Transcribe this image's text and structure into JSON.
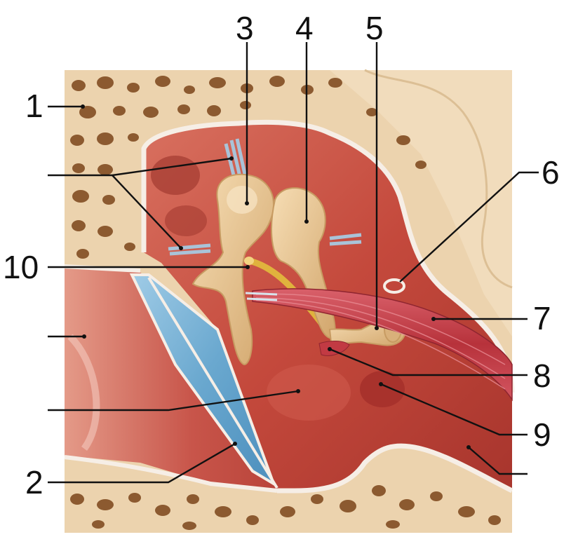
{
  "figure": {
    "labels": {
      "l1": "1",
      "l2": "2",
      "l3": "3",
      "l4": "4",
      "l5": "5",
      "l6": "6",
      "l7": "7",
      "l8": "8",
      "l9": "9",
      "l10": "10"
    },
    "colors": {
      "bone": "#ecd3ae",
      "bone_pore": "#8c5a30",
      "cavity": "#c4493c",
      "cavity_dark": "#9e2f2a",
      "cavity_light": "#dd7a6a",
      "ossicle": "#e9c693",
      "ossicle_shadow": "#c79b62",
      "tympanic_membrane": "#7fb7d8",
      "muscle": "#c23a43",
      "nerve": "#e0b23d",
      "ligament": "#a9c3d8",
      "lining": "#f6eee6"
    }
  }
}
